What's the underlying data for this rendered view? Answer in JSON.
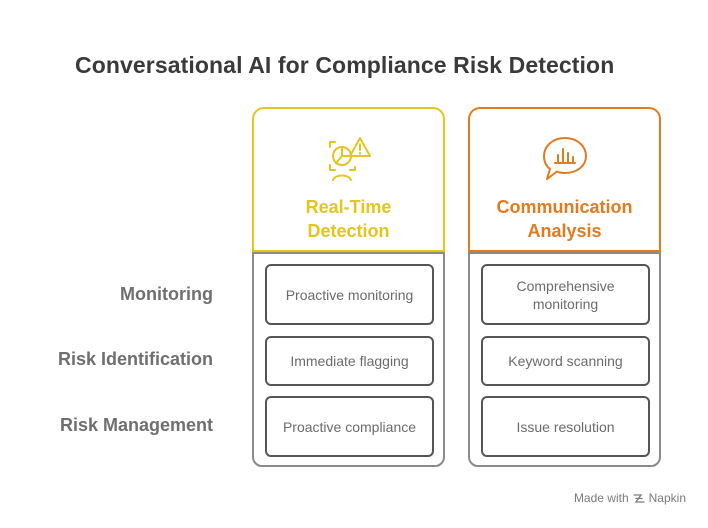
{
  "title": "Conversational AI for Compliance Risk Detection",
  "row_labels": [
    "Monitoring",
    "Risk Identification",
    "Risk Management"
  ],
  "columns": [
    {
      "title_line1": "Real-Time",
      "title_line2": "Detection",
      "icon": "detection-alert-icon",
      "color": "#e3c61d",
      "cells": [
        "Proactive monitoring",
        "Immediate flagging",
        "Proactive compliance"
      ]
    },
    {
      "title_line1": "Communication",
      "title_line2": "Analysis",
      "icon": "chat-chart-icon",
      "color": "#e07b22",
      "cells": [
        "Comprehensive monitoring",
        "Keyword scanning",
        "Issue resolution"
      ]
    }
  ],
  "footer": {
    "made_with": "Made with",
    "brand": "Napkin"
  }
}
